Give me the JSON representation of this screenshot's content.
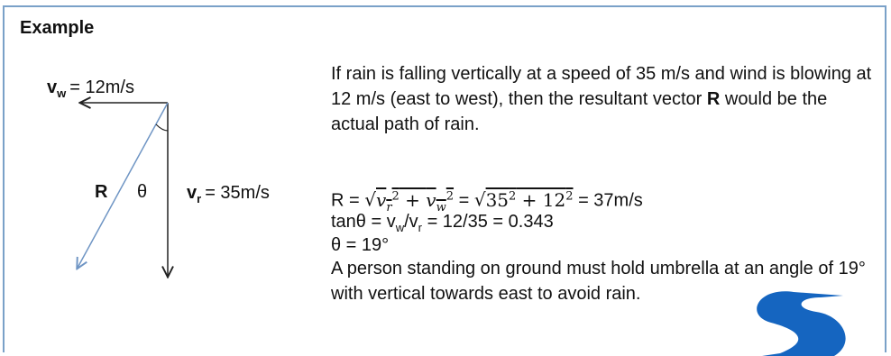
{
  "heading": "Example",
  "diagram": {
    "vw_sym": "v",
    "vw_sub": "w",
    "vw_value": "= 12m/s",
    "vr_sym": "v",
    "vr_sub": "r",
    "vr_value": "= 35m/s",
    "r_label": "R",
    "theta_label": "θ"
  },
  "text": {
    "para_pre": "If rain is falling vertically at a speed of 35 m/s and wind is blowing at 12 m/s (east to west), then the resultant vector ",
    "para_bold": "R",
    "para_post": " would be the actual path of rain.",
    "line1_lhs": "R = ",
    "line1_mid": " = ",
    "line1_end": " = 37m/s",
    "line2": "tanθ = v",
    "line2_sub1": "w",
    "line2_mid": "/v",
    "line2_sub2": "r",
    "line2_end": " = 12/35 = 0.343",
    "line3": "θ = 19°",
    "line4": "A person standing on ground must hold umbrella at an angle of 19° with vertical towards east to avoid rain."
  },
  "colors": {
    "border": "#7aa1c8",
    "arrow_r": "#6f95c4",
    "watermark": "#1565c0"
  }
}
